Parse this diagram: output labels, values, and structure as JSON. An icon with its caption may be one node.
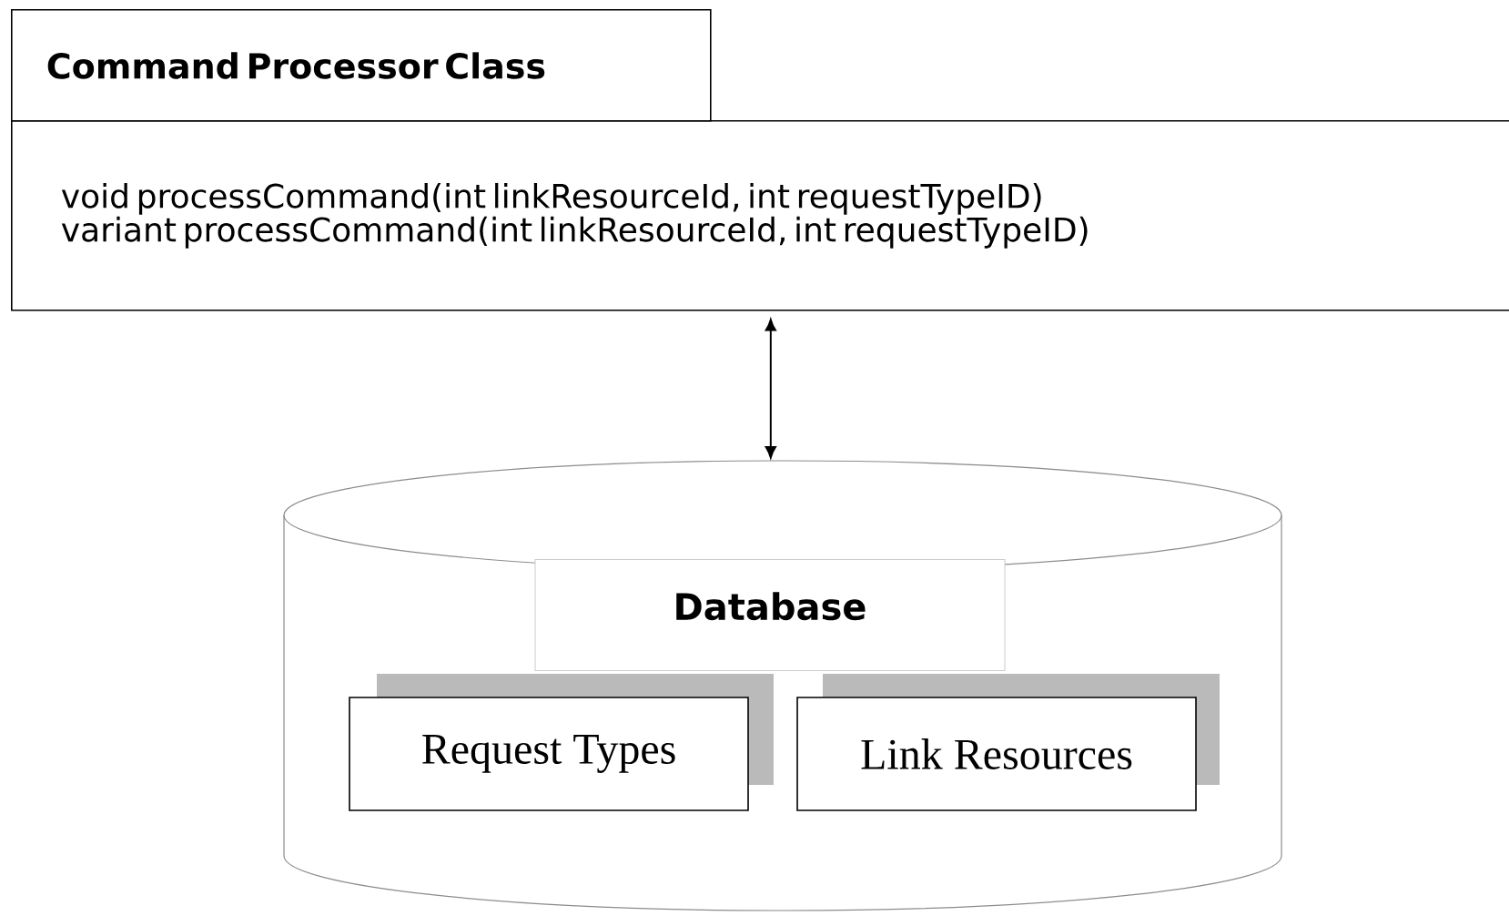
{
  "diagram": {
    "nodes": [
      {
        "text": [
          "Command Processor Class",
          "void processCommand(int linkResourceId, int requestTypeID)",
          "variant processCommand(int linkResourceId, int requestTypeID)"
        ]
      },
      {
        "text": [],
        "shape": "cylinder"
      },
      {
        "text": [
          "Database"
        ],
        "in": 1
      },
      {
        "text": [
          "Request Types"
        ],
        "in": 1
      },
      {
        "text": [
          "Link Resources"
        ],
        "in": 1
      }
    ],
    "edges": [
      {
        "from": 0,
        "to": 1,
        "arrow": "both"
      }
    ]
  }
}
